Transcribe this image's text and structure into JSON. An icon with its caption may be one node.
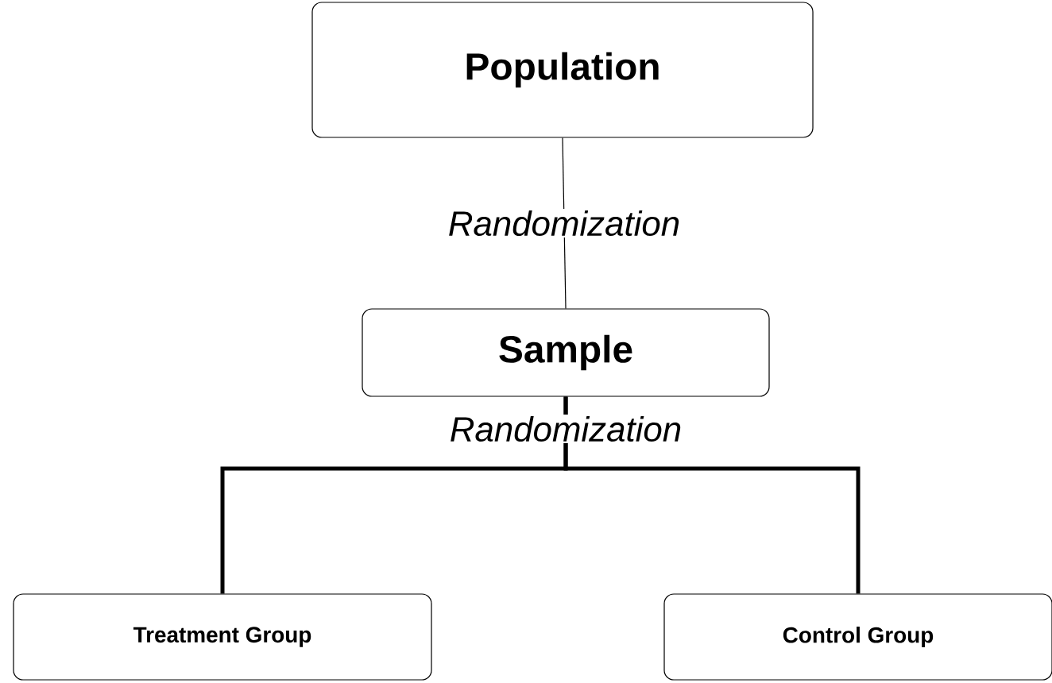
{
  "diagram": {
    "nodes": [
      {
        "text": [
          "Population"
        ]
      },
      {
        "text": [
          "Sample"
        ]
      },
      {
        "text": [
          "Treatment Group"
        ]
      },
      {
        "text": [
          "Control Group"
        ]
      }
    ],
    "edges": [
      {
        "from": 0,
        "to": 1,
        "arrow": "none",
        "label": "Randomization"
      },
      {
        "from": 1,
        "to": 2,
        "arrow": "none",
        "label": "Randomization"
      },
      {
        "from": 1,
        "to": 3,
        "arrow": "none"
      }
    ]
  }
}
